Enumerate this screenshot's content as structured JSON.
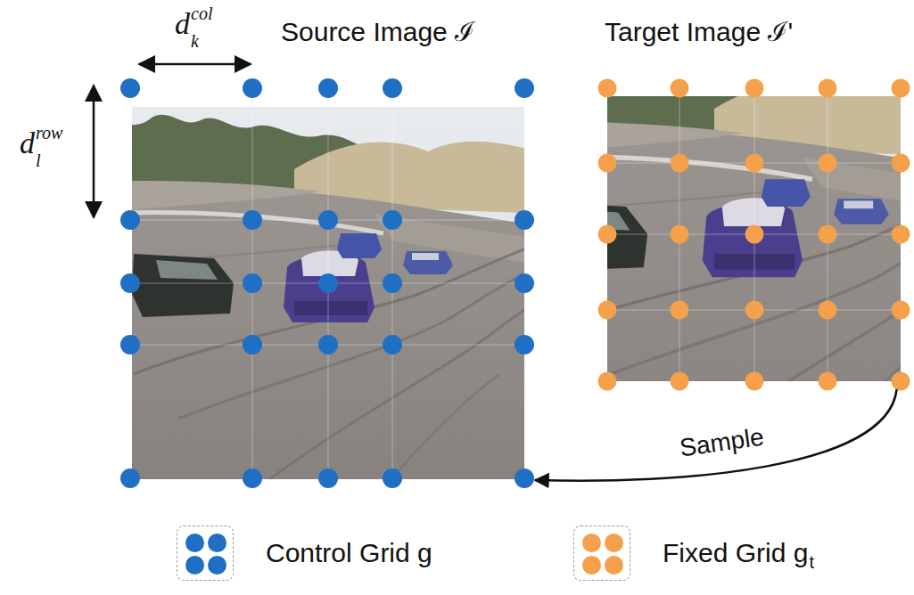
{
  "diagram": {
    "nodes": [
      {
        "text": [
          "Source Image ℐ"
        ]
      },
      {
        "text": [
          "Target Image ℐ'"
        ]
      }
    ],
    "edges": [
      {
        "from": 1,
        "to": 0,
        "arrow": "to",
        "label": "Sample"
      }
    ],
    "labels": [
      "d",
      "k",
      "col",
      "d",
      "l",
      "row",
      "t"
    ],
    "legend": [
      {
        "text": "Control Grid g",
        "color": "#1f6fc5"
      },
      {
        "text": "Fixed Grid g",
        "color": "#f5a04a"
      }
    ]
  }
}
